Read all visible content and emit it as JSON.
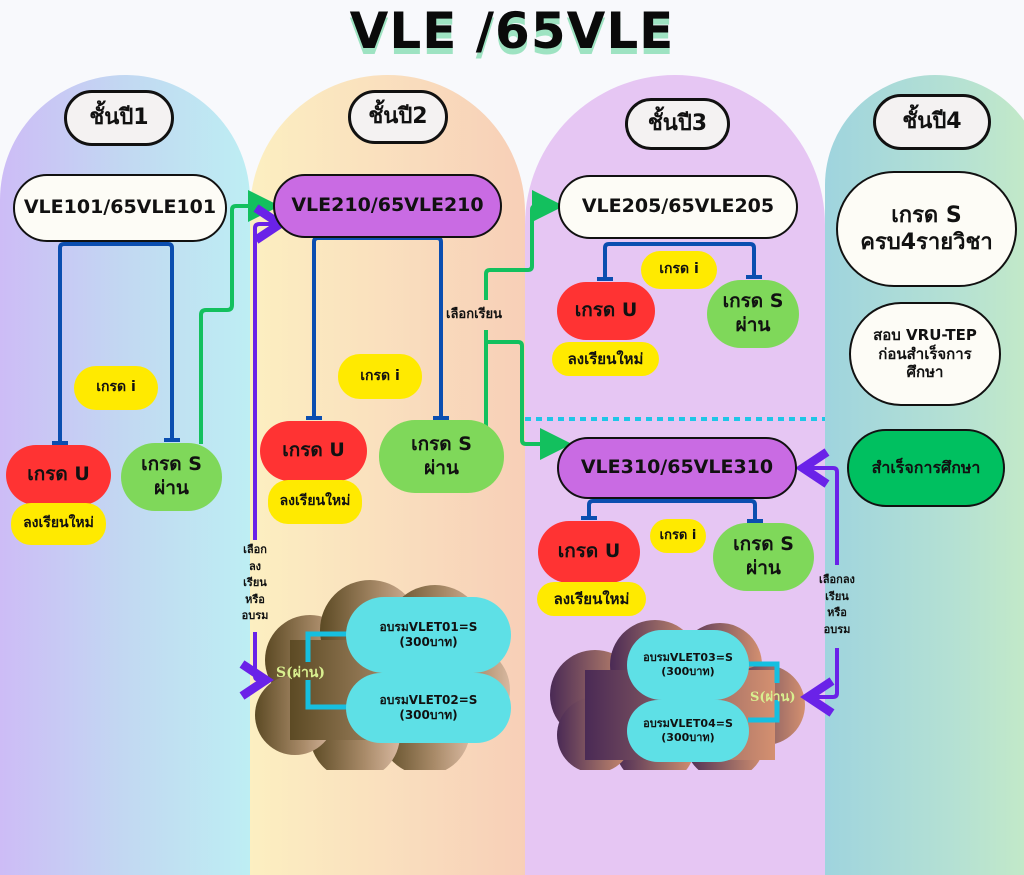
{
  "title": "VLE /65VLE",
  "colors": {
    "grade_u": "#ff3333",
    "grade_s": "#7fd85a",
    "grade_i": "#ffea00",
    "course_highlight": "#c96be3",
    "training": "#5ee0e6",
    "graduate": "#00c060",
    "flow_arrow": "#13c05e",
    "alt_arrow": "#6a22e8",
    "branch_line": "#0b4eb0"
  },
  "years": [
    {
      "label": "ชั้นปี1",
      "course": "VLE101/65VLE101",
      "grade_i": "เกรด i",
      "grade_u": "เกรด U",
      "relearn": "ลงเรียนใหม่",
      "grade_s": [
        "เกรด S",
        "ผ่าน"
      ]
    },
    {
      "label": "ชั้นปี2",
      "course": "VLE210/65VLE210",
      "grade_i": "เกรด i",
      "grade_u": "เกรด U",
      "relearn": "ลงเรียนใหม่",
      "grade_s": [
        "เกรด S",
        "ผ่าน"
      ],
      "choice_label": [
        "เลือก",
        "ลง",
        "เรียน",
        "หรือ",
        "อบรม"
      ],
      "choose_study": "เลือกเรียน",
      "training": [
        {
          "line1": "อบรมVLET01=S",
          "line2": "(300บาท)"
        },
        {
          "line1": "อบรมVLET02=S",
          "line2": "(300บาท)"
        }
      ],
      "pass_label": "S(ผ่าน)"
    },
    {
      "label": "ชั้นปี3",
      "course": "VLE205/65VLE205",
      "grade_i": "เกรด i",
      "grade_u": "เกรด U",
      "relearn": "ลงเรียนใหม่",
      "grade_s": [
        "เกรด S",
        "ผ่าน"
      ],
      "course2": "VLE310/65VLE310",
      "grade_i2": "เกรด i",
      "grade_u2": "เกรด U",
      "relearn2": "ลงเรียนใหม่",
      "grade_s2": [
        "เกรด S",
        "ผ่าน"
      ],
      "choice_label": [
        "เลือกลง",
        "เรียน",
        "หรือ",
        "อบรม"
      ],
      "training": [
        {
          "line1": "อบรมVLET03=S",
          "line2": "(300บาท)"
        },
        {
          "line1": "อบรมVLET04=S",
          "line2": "(300บาท)"
        }
      ],
      "pass_label": "S(ผ่าน)"
    },
    {
      "label": "ชั้นปี4",
      "requirement": [
        "เกรด S",
        "ครบ4รายวิชา"
      ],
      "exam": [
        "สอบ VRU-TEP",
        "ก่อนสำเร็จการ",
        "ศึกษา"
      ],
      "graduate": "สำเร็จการศึกษา"
    }
  ]
}
